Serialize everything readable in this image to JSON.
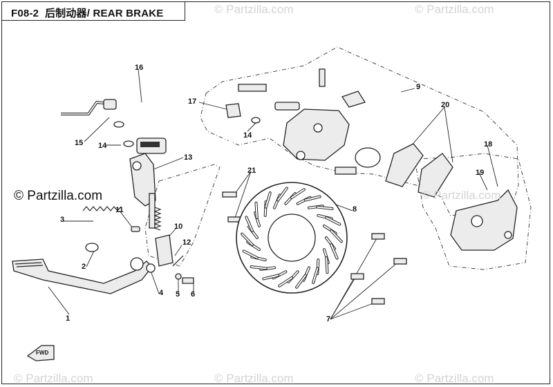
{
  "title": {
    "code": "F08-2",
    "name": "后制动器/ REAR BRAKE"
  },
  "watermarks": {
    "main": "© Partzilla.com",
    "faint": "© Partzilla.com"
  },
  "callouts": [
    "1",
    "2",
    "3",
    "4",
    "5",
    "6",
    "7",
    "8",
    "9",
    "10",
    "11",
    "12",
    "13",
    "14",
    "14",
    "15",
    "16",
    "17",
    "18",
    "19",
    "20",
    "21"
  ],
  "badge_text": "FWD",
  "colors": {
    "ink": "#222222",
    "part_fill": "#ececec",
    "watermark": "#d4d4d4"
  }
}
